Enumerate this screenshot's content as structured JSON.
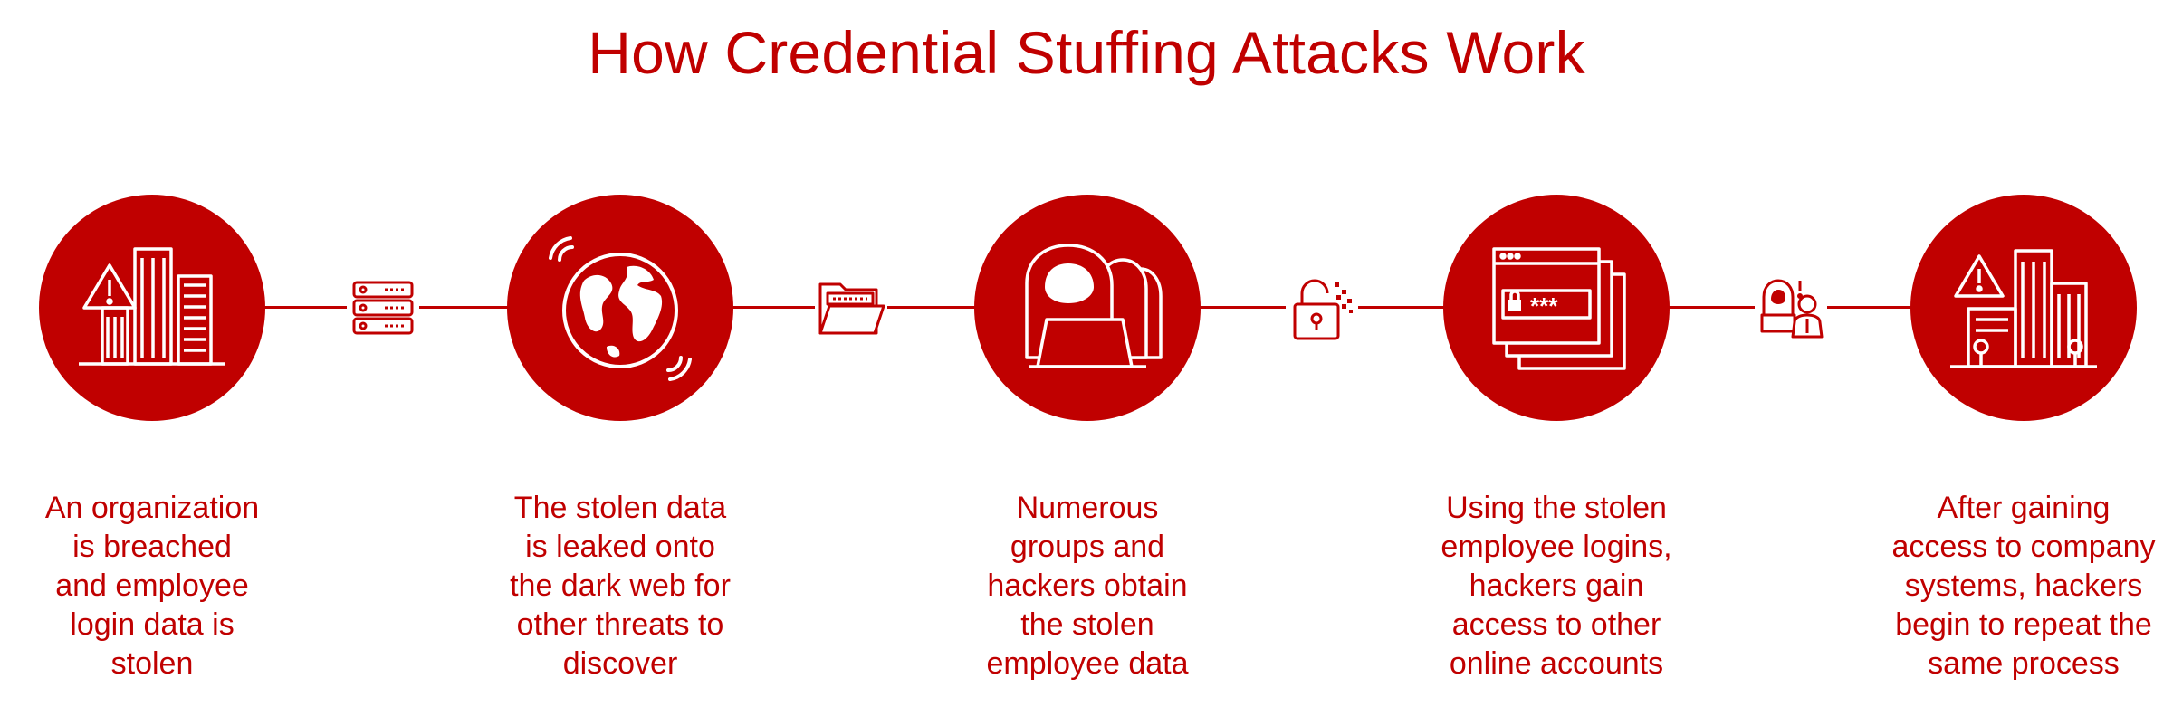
{
  "title": "How Credential Stuffing Attacks Work",
  "colors": {
    "accent": "#c00000",
    "background": "#ffffff"
  },
  "steps": [
    {
      "icon": "breached-buildings-icon",
      "caption": "An organization\nis breached\nand employee\nlogin data is\nstolen"
    },
    {
      "icon": "globe-broadcast-icon",
      "caption": "The stolen data\nis leaked onto\nthe dark web for\nother threats to\ndiscover"
    },
    {
      "icon": "hooded-hackers-icon",
      "caption": "Numerous\ngroups and\nhackers obtain\nthe stolen\nemployee data"
    },
    {
      "icon": "password-login-window-icon",
      "caption": "Using the stolen\nemployee logins,\nhackers gain\naccess to other\nonline accounts"
    },
    {
      "icon": "breached-company-icon",
      "caption": "After gaining\naccess to company\nsystems, hackers\nbegin to repeat the\nsame process"
    }
  ],
  "connectors": [
    {
      "icon": "server-rack-icon"
    },
    {
      "icon": "folder-icon"
    },
    {
      "icon": "unlocked-padlock-icon"
    },
    {
      "icon": "hacker-and-employee-icon"
    }
  ]
}
